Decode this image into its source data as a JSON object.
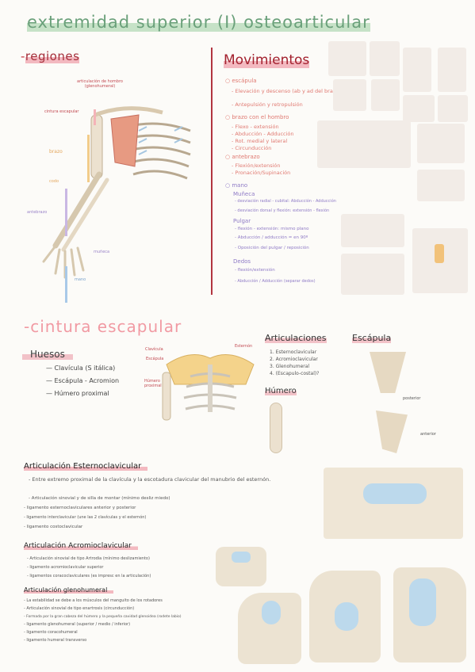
{
  "header": {
    "title": "extremidad superior (I) osteoarticular"
  },
  "regiones": {
    "heading": "regiones",
    "labels": [
      "articulación de hombro (glenohumeral)",
      "cintura escapular",
      "brazo",
      "codo",
      "antebrazo",
      "muñeca",
      "mano"
    ]
  },
  "movimientos": {
    "heading": "Movimientos",
    "sections": [
      {
        "title": "escápula",
        "items": [
          "Elevación y descenso (ab y ad del brazo)",
          "Antepulsión y retropulsión"
        ]
      },
      {
        "title": "brazo con el hombro",
        "items": [
          "Flexo - extensión",
          "Abducción - Adducción",
          "Rot. medial y lateral",
          "Circunducción"
        ]
      },
      {
        "title": "antebrazo",
        "items": [
          "Flexión/extensión",
          "Pronación/Supinación"
        ]
      },
      {
        "title": "mano",
        "items": [
          "Muñeca",
          "desviación radial - cubital: Abducción - Adducción",
          "desviación dorsal y flexión: extensión - flexión",
          "Pulgar",
          "flexión - extensión: mismo plano",
          "Abducción / adducción = en 90º",
          "Oposición del pulgar / reposición",
          "Dedos",
          "flexión/extensión",
          "Abducción / Adducción (separar dedos)"
        ]
      }
    ]
  },
  "cintura": {
    "heading": "cintura escapular",
    "huesos_heading": "Huesos",
    "huesos": [
      "Clavícula (S itálica)",
      "Escápula - Acromion",
      "Húmero proximal"
    ],
    "figure_labels": [
      "Clavícula",
      "Escápula",
      "Húmero proximal",
      "Esternón"
    ],
    "articulaciones_heading": "Articulaciones",
    "articulaciones": [
      "1. Esternoclavicular",
      "2. Acromioclavicular",
      "3. Glenohumeral",
      "4. (Escapulo-costal)?"
    ],
    "escapula_heading": "Escápula",
    "humero_heading": "Húmero",
    "escapula_caption": "posterior",
    "escapula_caption2": "anterior"
  },
  "esternoclavicular": {
    "heading": "Articulación Esternoclavicular",
    "items": [
      "Entre extremo proximal de la clavícula y la escotadura clavicular del manubrio del esternón.",
      "Articulación sinovial y de silla de montar (mínimo desliz miedo)",
      "ligamento esternoclaviculares anterior y posterior",
      "ligamento interclavicular (une las 2 clavículas y el esternón)",
      "ligamento costoclavicular"
    ]
  },
  "acromioclavicular": {
    "heading": "Articulación Acromioclavicular",
    "items": [
      "Articulación sinovial de tipo Artrodia (mínimo deslizamiento)",
      "ligamento acromioclavicular superior",
      "ligamentos coracoclaviculares (es impresc en la articulación)"
    ]
  },
  "glenohumeral": {
    "heading": "Articulación glenohumeral",
    "items": [
      "La estabilidad se debe a los músculos del manguito de los rotadores",
      "Articulación sinovial de tipo enartrosis (circunducción)",
      "Formada por la gran cabeza del húmero y la pequeña cavidad glenoidea (rodete labio)",
      "ligamento glenohumeral (superior / medio / inferior)",
      "ligamento coracohumeral",
      "ligamento humeral transverso"
    ]
  }
}
